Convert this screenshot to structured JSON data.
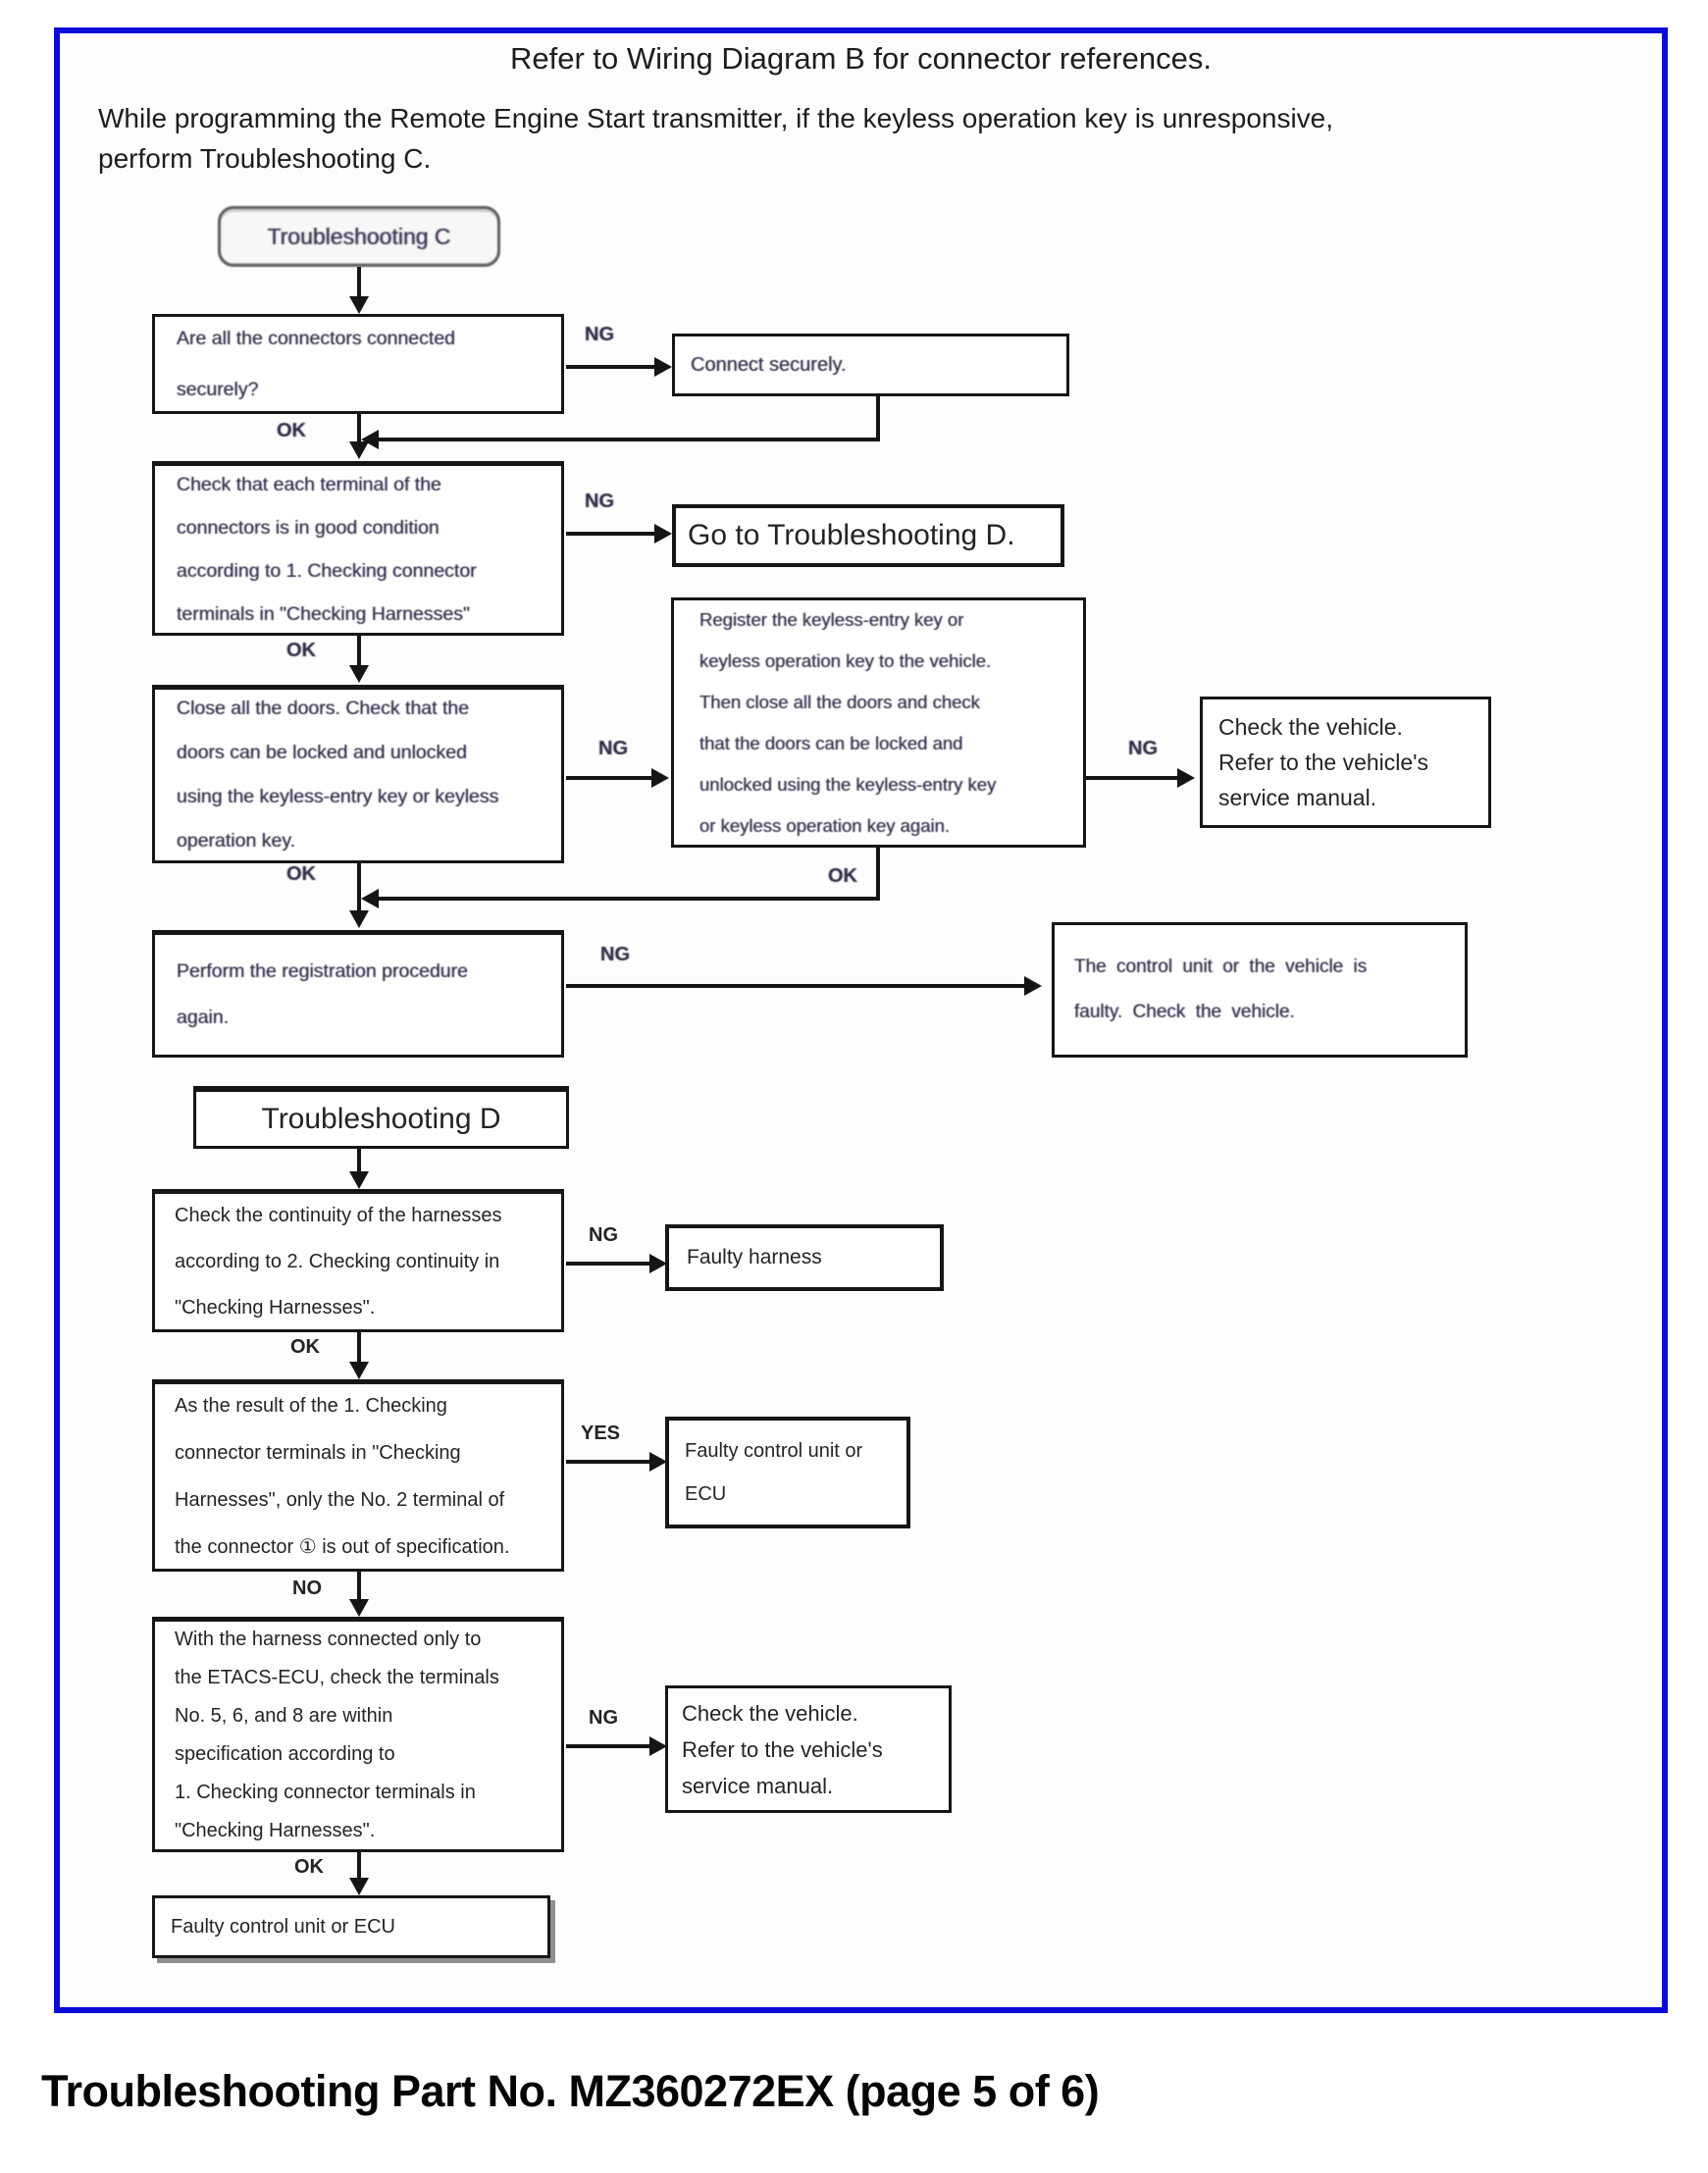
{
  "page": {
    "title": "Refer to Wiring Diagram B for connector references.",
    "intro": "While programming the Remote Engine Start transmitter, if the keyless operation key is unresponsive,\nperform Troubleshooting C.",
    "caption": "Troubleshooting Part No. MZ360272EX (page 5 of 6)"
  },
  "labels": {
    "ng": "NG",
    "ok": "OK",
    "yes": "YES",
    "no": "NO"
  },
  "flowchart_c": {
    "start_node": "Troubleshooting C",
    "q1": "Are all the connectors connected\nsecurely?",
    "a1": "Connect securely.",
    "q2": "Check that each terminal of the\nconnectors is in good condition\naccording to 1. Checking connector\nterminals in \"Checking Harnesses\"",
    "a2": "Go to Troubleshooting D.",
    "q3": "Close all the doors. Check that the\ndoors can be locked and unlocked\nusing the keyless-entry key or keyless\noperation key.",
    "a3": "Register the keyless-entry key or\nkeyless operation key to the vehicle.\nThen close all the doors and check\nthat the doors can be locked and\nunlocked using the keyless-entry key\nor keyless operation key again.",
    "a3_ng": "Check the vehicle.\nRefer to the vehicle's\nservice manual.",
    "q4": "Perform the registration procedure\nagain.",
    "a4": "The control unit or the vehicle is\nfaulty. Check the vehicle."
  },
  "flowchart_d": {
    "start_node": "Troubleshooting D",
    "q1": "Check the continuity of the harnesses\naccording to 2. Checking continuity in\n\"Checking Harnesses\".",
    "a1": "Faulty harness",
    "q2": "As the result of the 1. Checking\nconnector terminals in \"Checking\nHarnesses\", only the No. 2 terminal of\nthe connector ① is out of specification.",
    "a2": "Faulty control unit or\nECU",
    "q3": "With the harness connected only to\nthe ETACS-ECU, check the terminals\nNo. 5, 6, and 8 are within\nspecification according to\n1. Checking connector terminals in\n\"Checking Harnesses\".",
    "a3": "Check the vehicle.\nRefer to the vehicle's\nservice manual.",
    "end_node": "Faulty control unit or ECU"
  },
  "colors": {
    "frame_blue": "#0b0bd8",
    "box_border": "#161616"
  }
}
